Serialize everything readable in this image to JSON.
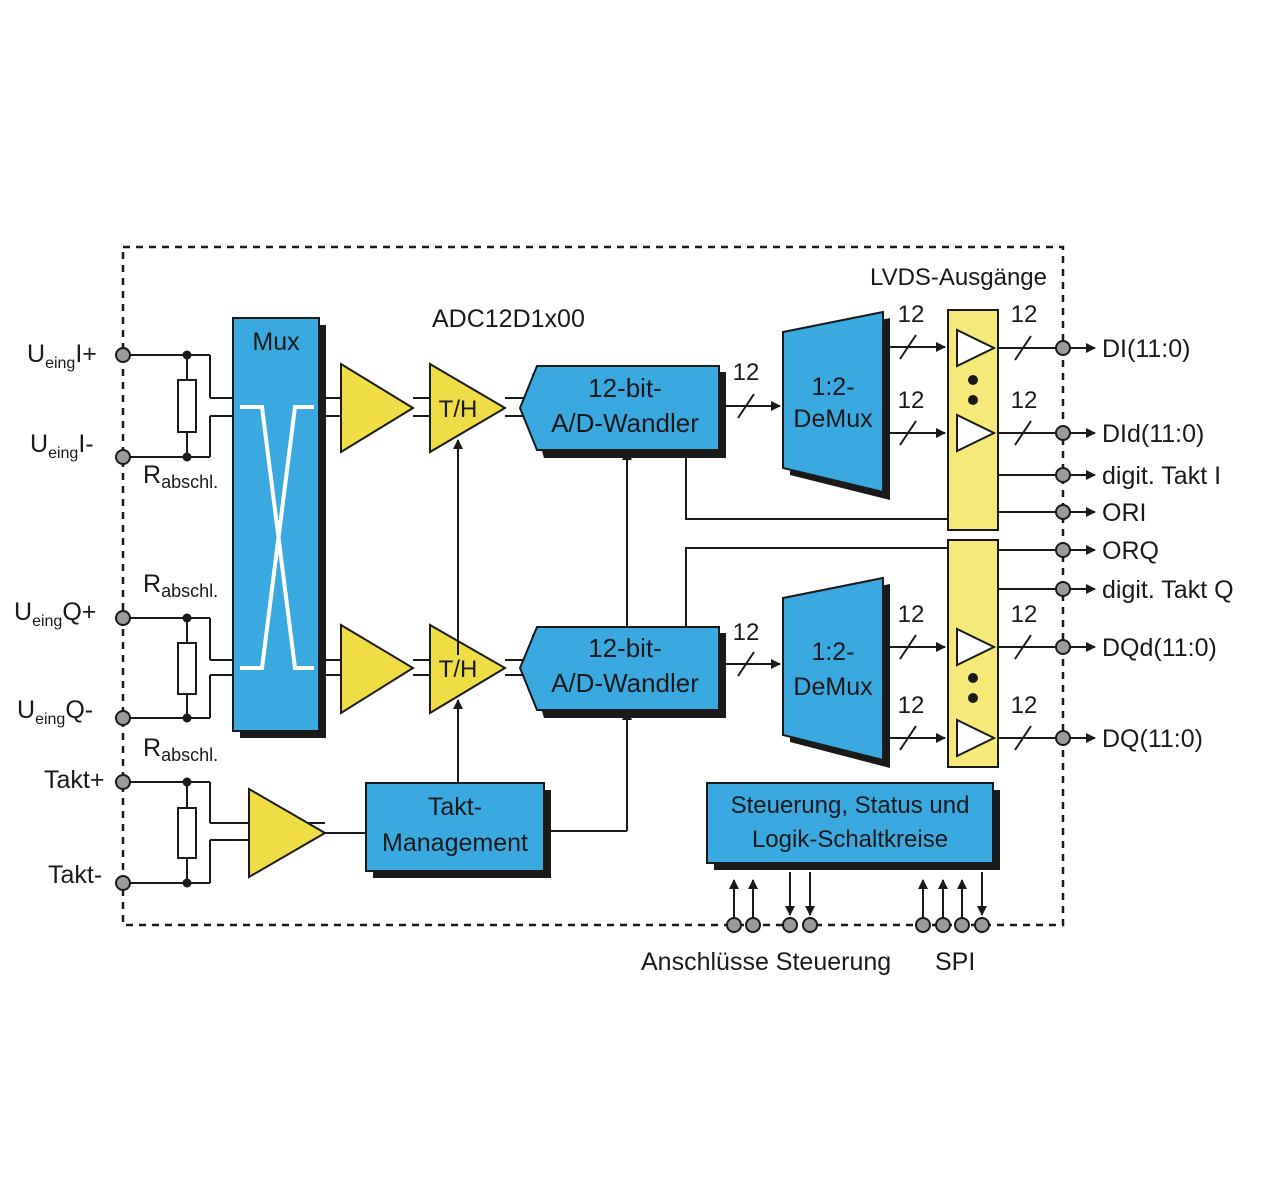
{
  "chip_name": "ADC12D1x00",
  "lvds_title": "LVDS-Ausgänge",
  "mux_label": "Mux",
  "th_label": "T/H",
  "adc_label": [
    "12-bit-",
    "A/D-Wandler"
  ],
  "demux_label": [
    "1:2-",
    "DeMux"
  ],
  "takt_mgmt_label": [
    "Takt-",
    "Management"
  ],
  "control_label": [
    "Steuerung, Status und",
    "Logik-Schaltkreise"
  ],
  "bus_width": "12",
  "inputs": {
    "ui_plus": {
      "main": "U",
      "sub": "eing",
      "suffix": "I+"
    },
    "ui_minus": {
      "main": "U",
      "sub": "eing",
      "suffix": "I-"
    },
    "uq_plus": {
      "main": "U",
      "sub": "eing",
      "suffix": "Q+"
    },
    "uq_minus": {
      "main": "U",
      "sub": "eing",
      "suffix": "Q-"
    },
    "takt_plus": "Takt+",
    "takt_minus": "Takt-"
  },
  "resistor_label": {
    "main": "R",
    "sub": "abschl."
  },
  "outputs": {
    "di": "DI(11:0)",
    "did": "DId(11:0)",
    "clk_i": "digit. Takt I",
    "ori": "ORI",
    "orq": "ORQ",
    "clk_q": "digit. Takt Q",
    "dqd": "DQd(11:0)",
    "dq": "DQ(11:0)"
  },
  "bottom_labels": {
    "control_pins": "Anschlüsse Steuerung",
    "spi": "SPI"
  },
  "colors": {
    "block_blue": "#3aa9e0",
    "amp_yellow": "#f0dc45",
    "pin_gray": "#9a9a9a"
  }
}
